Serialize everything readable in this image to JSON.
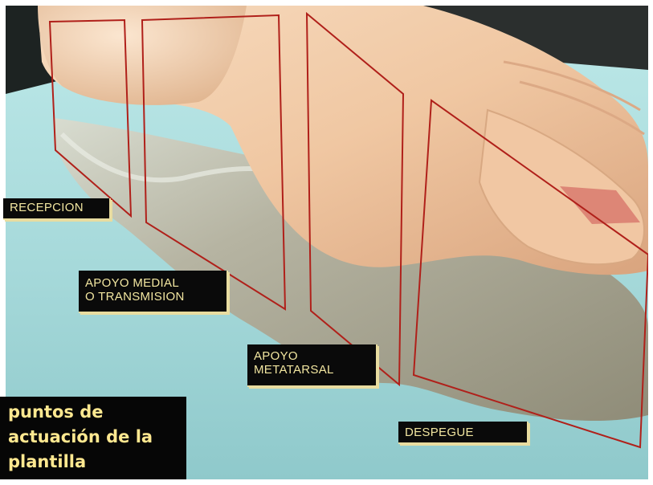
{
  "labels": {
    "recepcion": "RECEPCION",
    "apoyo_medial": [
      "APOYO MEDIAL",
      "O TRANSMISION"
    ],
    "apoyo_metatarsal": [
      "APOYO",
      "METATARSAL"
    ],
    "despegue": "DESPEGUE"
  },
  "caption": [
    "puntos de",
    "actuación de la",
    "plantilla"
  ],
  "colors": {
    "label_text": "#f2e6a0",
    "caption_text": "#ffe890",
    "plane_outline": "#b0201a",
    "floor": "#a9dbdc",
    "insole": "#9d9a86",
    "skin": "#f2c9a4"
  }
}
